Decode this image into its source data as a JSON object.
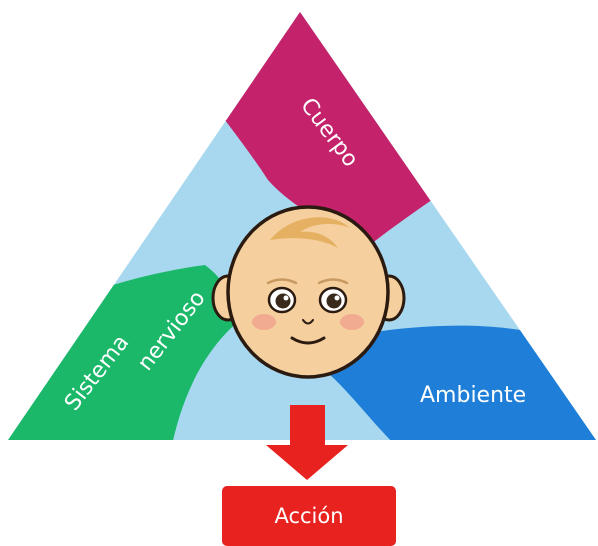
{
  "segments": {
    "body": "Cuerpo",
    "nervous_line1": "Sistema",
    "nervous_line2": "nervioso",
    "environment": "Ambiente"
  },
  "action": "Acción",
  "icons": {
    "baby": "baby-face-icon",
    "arrow": "arrow-down-icon"
  },
  "colors": {
    "triangle": "#a7d8ef",
    "body": "#c4226a",
    "nervous_system": "#1bb86a",
    "environment": "#1f7fd8",
    "action": "#e8231f"
  }
}
